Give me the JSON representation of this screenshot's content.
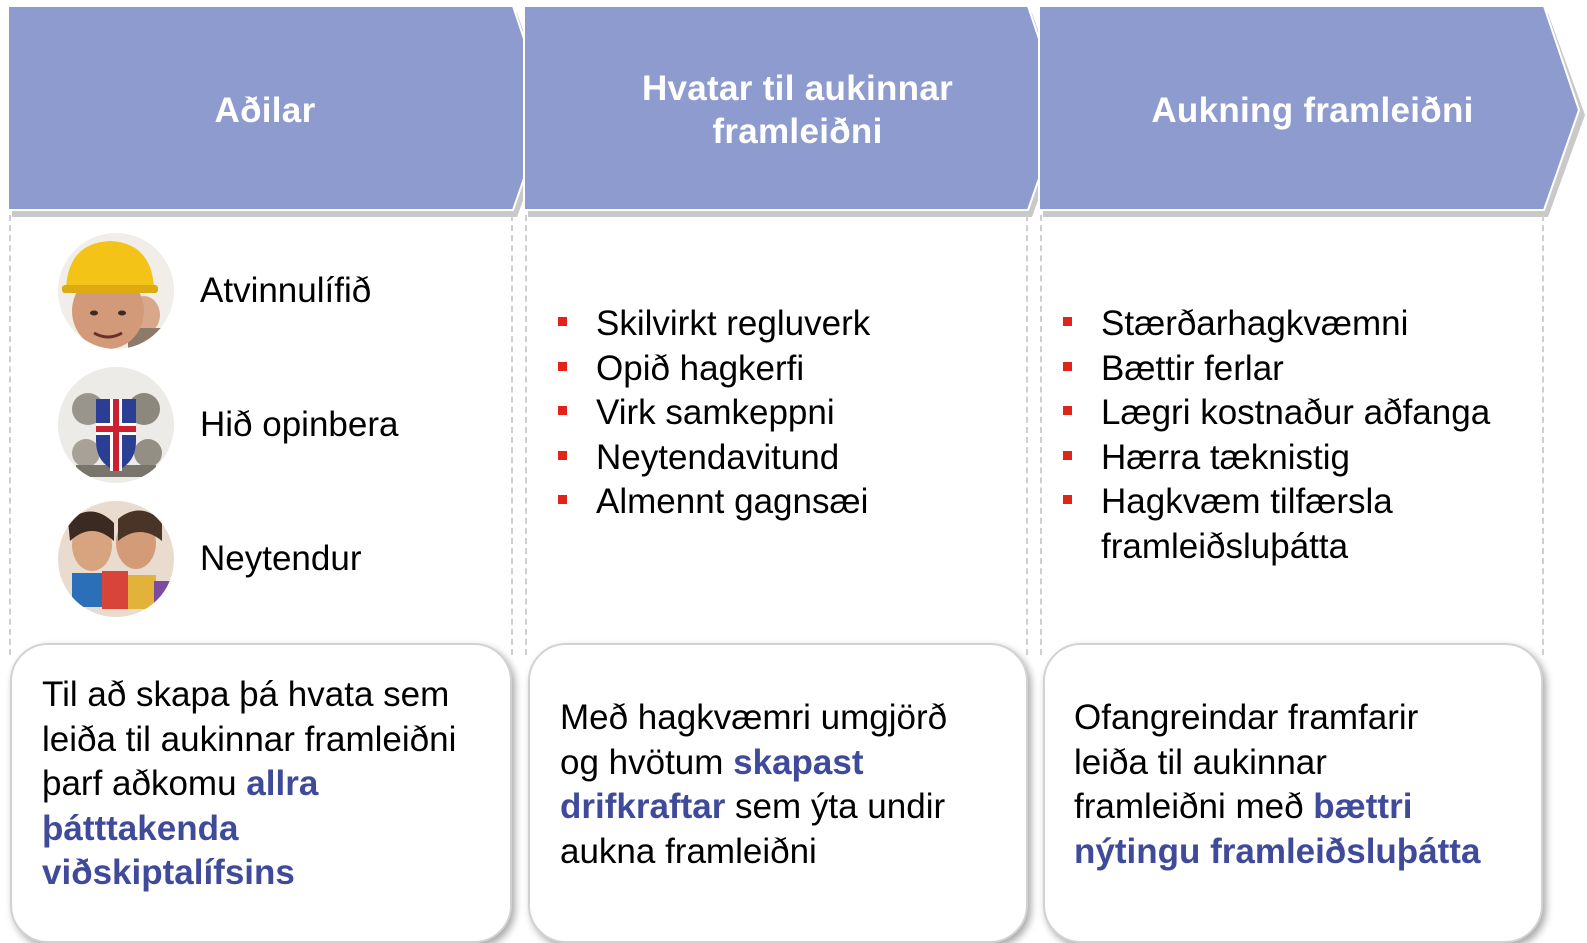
{
  "header": {
    "steps": [
      {
        "label": "Aðilar"
      },
      {
        "label": "Hvatar til aukinnar framleiðni"
      },
      {
        "label": "Aukning framleiðni"
      }
    ]
  },
  "actors": [
    {
      "label": "Atvinnulífið",
      "icon": "worker-photo-icon"
    },
    {
      "label": "Hið opinbera",
      "icon": "coat-of-arms-icon"
    },
    {
      "label": "Neytendur",
      "icon": "shoppers-photo-icon"
    }
  ],
  "incentives": {
    "items": [
      "Skilvirkt regluverk",
      "Opið hagkerfi",
      "Virk samkeppni",
      "Neytendavitund",
      "Almennt gagnsæi"
    ]
  },
  "outcomes": {
    "items": [
      "Stærðarhagkvæmni",
      "Bættir ferlar",
      "Lægri kostnaður aðfanga",
      "Hærra tæknistig",
      "Hagkvæm tilfærsla framleiðsluþátta"
    ]
  },
  "notes": [
    {
      "lines": [
        "Til að skapa þá hvata sem",
        "leiða til aukinnar framleiðni",
        "þarf aðkomu "
      ],
      "highlight": [
        "allra",
        "þátttakenda",
        "viðskiptalífsins"
      ]
    },
    {
      "line1": "Með hagkvæmri umgjörð",
      "line2_pre": "og hvötum ",
      "line2_hl": "skapast",
      "line3_hl": "drifkraftar",
      "line3_post": " sem ýta undir",
      "line4": "aukna framleiðni"
    },
    {
      "line1": "Ofangreindar framfarir",
      "line2": "leiða til aukinnar",
      "line3_pre": "framleiðni með ",
      "line3_hl": "bættri",
      "line4_hl": "nýtingu framleiðsluþátta"
    }
  ],
  "colors": {
    "chevron": "#8e9bcf",
    "highlight": "#3f4b9a",
    "bullet": "#e2231a"
  }
}
